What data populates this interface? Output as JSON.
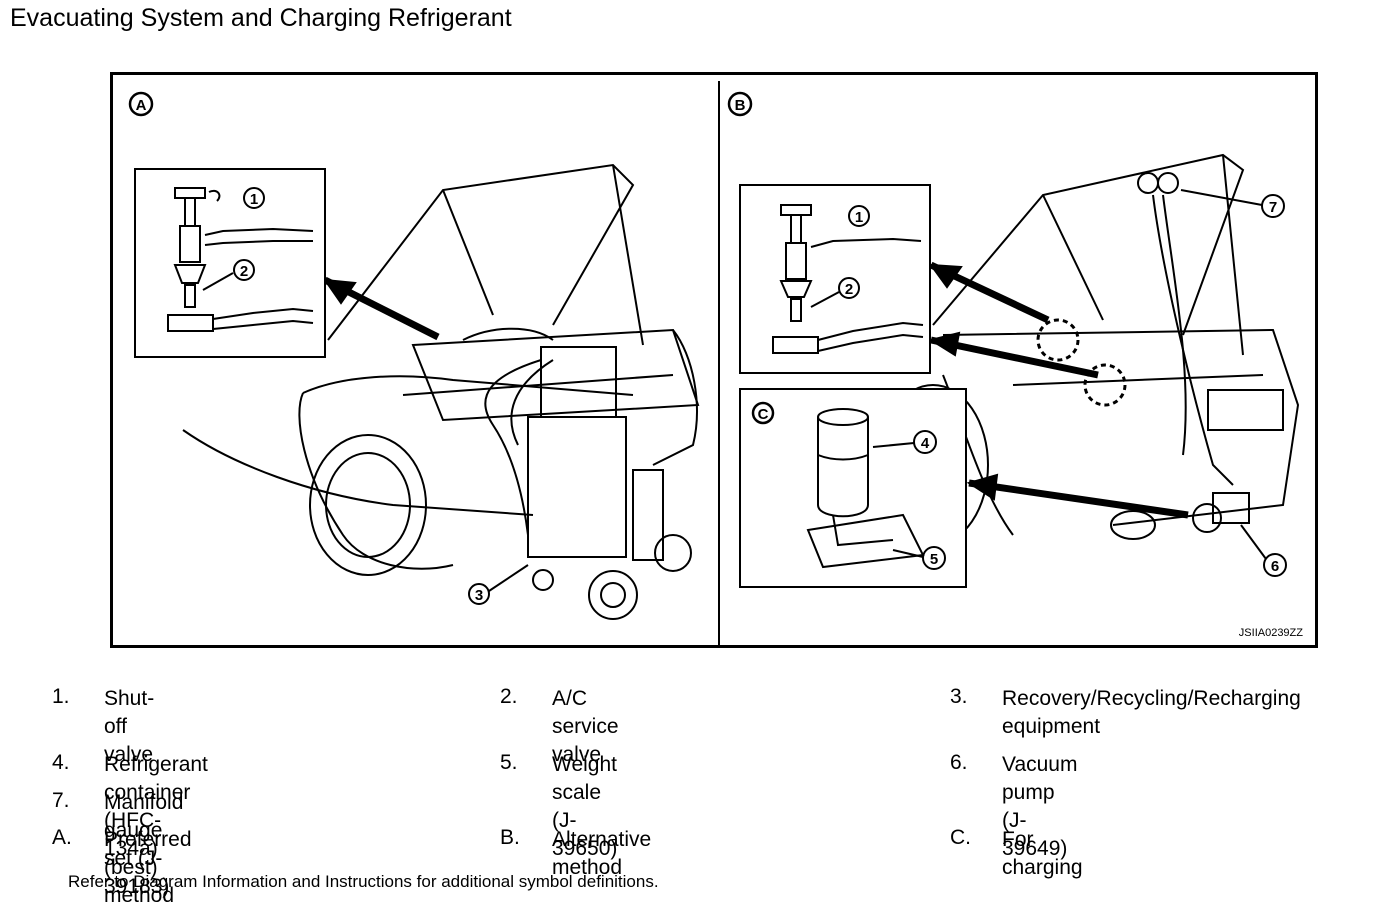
{
  "title": "Evacuating System and Charging Refrigerant",
  "figure": {
    "panels": {
      "a": "A",
      "b": "B",
      "c": "C"
    },
    "callouts": [
      "1",
      "2",
      "3",
      "4",
      "5",
      "6",
      "7"
    ],
    "code": "JSIIA0239ZZ"
  },
  "legend": [
    {
      "num": "1.",
      "text": "Shut-off valve"
    },
    {
      "num": "2.",
      "text": "A/C service valve"
    },
    {
      "num": "3.",
      "text": "Recovery/Recycling/Recharging equipment"
    },
    {
      "num": "4.",
      "text": "Refrigerant container (HFC-134a)"
    },
    {
      "num": "5.",
      "text": "Weight scale (J-39650)"
    },
    {
      "num": "6.",
      "text": "Vacuum pump (J-39649)"
    },
    {
      "num": "7.",
      "text": "Manifold gauge set (J-39183)"
    },
    {
      "num": "A.",
      "text": "Preferred (best) method"
    },
    {
      "num": "B.",
      "text": "Alternative method"
    },
    {
      "num": "C.",
      "text": "For charging"
    }
  ],
  "footnote": "Refer to Diagram Information and Instructions for additional  symbol definitions."
}
